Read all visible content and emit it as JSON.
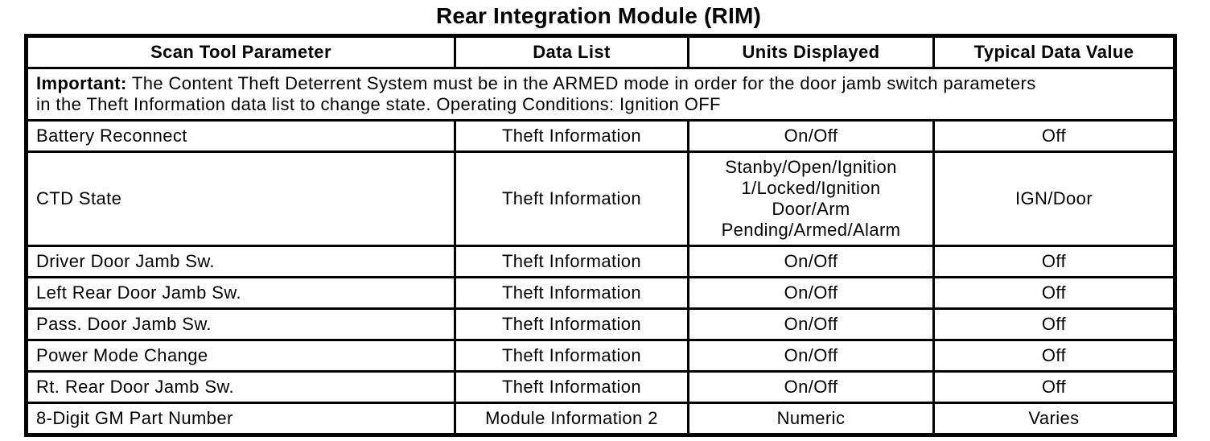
{
  "title": "Rear Integration Module (RIM)",
  "table": {
    "headers": [
      "Scan Tool Parameter",
      "Data List",
      "Units Displayed",
      "Typical Data Value"
    ],
    "note_label": "Important:",
    "note_text": " The Content Theft Deterrent System must be in the ARMED mode in order for the door jamb switch parameters\nin the Theft Information data list to change state. Operating Conditions: Ignition OFF",
    "rows": [
      {
        "parameter": "Battery Reconnect",
        "data_list": "Theft Information",
        "units": "On/Off",
        "typical": "Off"
      },
      {
        "parameter": "CTD State",
        "data_list": "Theft Information",
        "units": "Stanby/Open/Ignition\n1/Locked/Ignition\nDoor/Arm\nPending/Armed/Alarm",
        "typical": "IGN/Door"
      },
      {
        "parameter": "Driver Door Jamb Sw.",
        "data_list": "Theft Information",
        "units": "On/Off",
        "typical": "Off"
      },
      {
        "parameter": "Left Rear Door Jamb Sw.",
        "data_list": "Theft Information",
        "units": "On/Off",
        "typical": "Off"
      },
      {
        "parameter": "Pass. Door Jamb Sw.",
        "data_list": "Theft Information",
        "units": "On/Off",
        "typical": "Off"
      },
      {
        "parameter": "Power Mode Change",
        "data_list": "Theft Information",
        "units": "On/Off",
        "typical": "Off"
      },
      {
        "parameter": "Rt. Rear Door Jamb Sw.",
        "data_list": "Theft Information",
        "units": "On/Off",
        "typical": "Off"
      },
      {
        "parameter": "8-Digit GM Part Number",
        "data_list": "Module Information 2",
        "units": "Numeric",
        "typical": "Varies"
      }
    ]
  }
}
